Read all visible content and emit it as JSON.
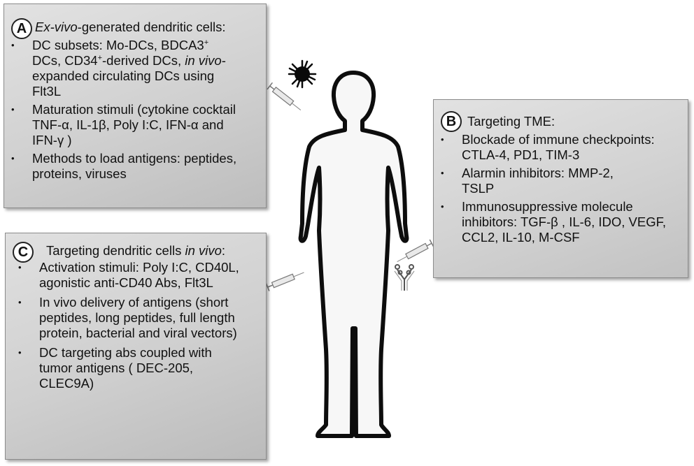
{
  "panel_a": {
    "badge": "A",
    "heading_italic": "Ex-vivo",
    "heading_rest": "-generated dendritic cells:",
    "items": [
      {
        "l1": "DC subsets: Mo-DCs, BDCA3",
        "l1_sup": "+",
        "l2a": "DCs, CD34",
        "l2_sup": "+",
        "l2b": "-derived DCs,",
        "l2_italic": "in vivo",
        "l2c": "-",
        "l3": "expanded circulating DCs using",
        "l4": "Flt3L"
      },
      {
        "text": "Maturation stimuli (cytokine cocktail TNF-α, IL-1β, Poly I:C, IFN-α and IFN-γ )"
      },
      {
        "text": "Methods to load antigens: peptides, proteins, viruses"
      }
    ]
  },
  "panel_b": {
    "badge": "B",
    "heading": "Targeting TME:",
    "items": [
      "Blockade of immune checkpoints: CTLA-4, PD1, TIM-3",
      "Alarmin inhibitors: MMP-2, TSLP",
      "Immunosuppressive molecule inhibitors: TGF-β , IL-6, IDO, VEGF, CCL2, IL-10, M-CSF"
    ]
  },
  "panel_c": {
    "badge": "C",
    "heading_plain": "Targeting dendritic cells ",
    "heading_italic": "in vivo",
    "heading_end": ":",
    "items": [
      "Activation stimuli: Poly I:C, CD40L, agonistic anti-CD40 Abs, Flt3L",
      "In vivo delivery of antigens (short peptides, long peptides, full length protein, bacterial and viral vectors)",
      "DC targeting abs coupled with tumor antigens ( DEC-205, CLEC9A)"
    ]
  },
  "icons": {
    "figure": "human-silhouette-icon",
    "tumor": "tumor-cell-icon",
    "syringes": "syringe-icon",
    "antibody": "antibody-icon"
  }
}
